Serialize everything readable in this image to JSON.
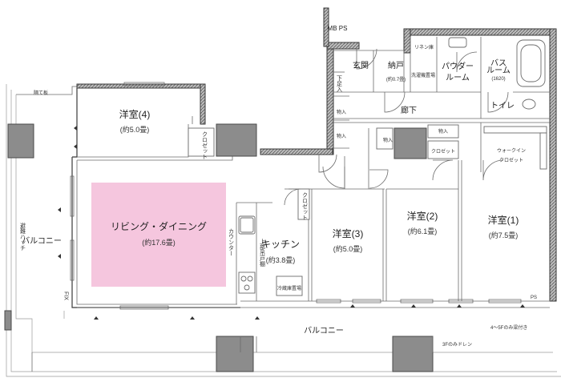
{
  "colors": {
    "living_highlight": "#f5c6de",
    "wall_hatch": "#7a7a7a",
    "pillar": "#8c8c8c"
  },
  "rooms": {
    "western4": {
      "name": "洋室(4)",
      "area": "(約5.0畳)"
    },
    "living": {
      "name": "リビング・ダイニング",
      "area": "(約17.6畳)"
    },
    "kitchen": {
      "name": "キッチン",
      "area": "(約3.8畳)"
    },
    "western3": {
      "name": "洋室(3)",
      "area": "(約5.0畳)"
    },
    "western2": {
      "name": "洋室(2)",
      "area": "(約6.1畳)"
    },
    "western1": {
      "name": "洋室(1)",
      "area": "(約7.5畳)"
    },
    "entrance": {
      "name": "玄関"
    },
    "storage": {
      "name": "納戸",
      "area": "(約0.7畳)"
    },
    "powder": {
      "name": "パウダールーム",
      "line1": "パウダー",
      "line2": "ルーム"
    },
    "bath": {
      "name": "バスルーム",
      "line1": "バス",
      "line2": "ルーム",
      "size": "(1620)"
    },
    "toilet": {
      "name": "トイレ"
    },
    "hallway": {
      "name": "廊下"
    },
    "balcony_left": {
      "name": "バルコニー"
    },
    "balcony_bottom": {
      "name": "バルコニー"
    },
    "walkin": {
      "line1": "ウォークイン",
      "line2": "クロゼット"
    }
  },
  "labels": {
    "mb_ps": "MB PS",
    "linen": "リネン庫",
    "washer": "洗濯機置場",
    "shoe_box": "下足入",
    "closet": "クロゼット",
    "storage_in": "物入",
    "fridge": "冷蔵庫置場",
    "counter": "カウンター",
    "upper_cabinet": "上部吊戸棚",
    "fix": "FIX",
    "ps": "PS",
    "partition": "隔て板",
    "emergency_hatch": "避難ハッチ",
    "drain_note": "3Fのみドレン",
    "floor_note": "4〜5Fのみ梁付き"
  }
}
